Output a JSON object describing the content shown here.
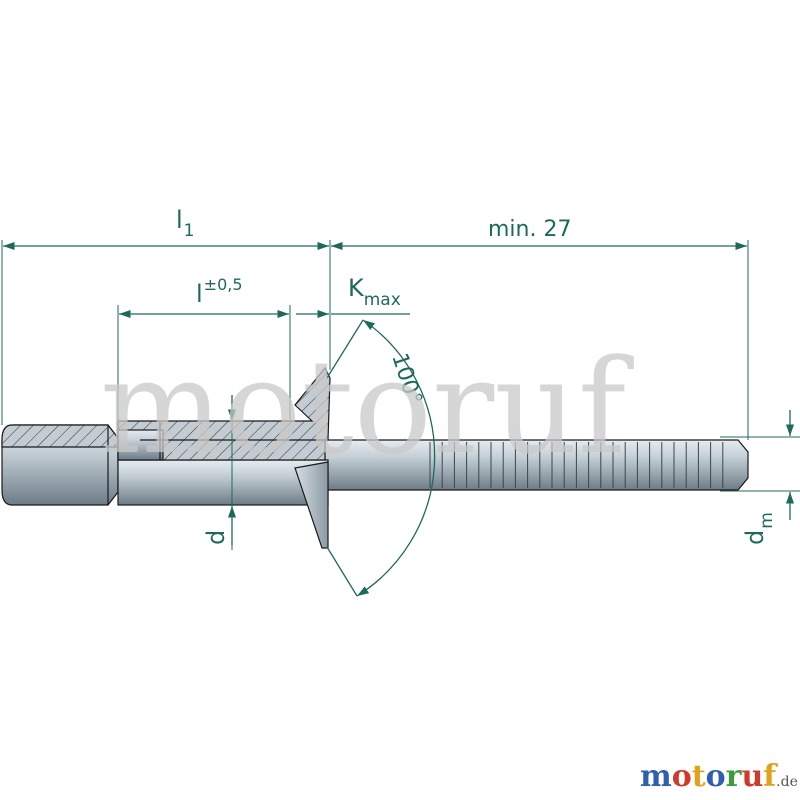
{
  "diagram": {
    "labels": {
      "l1_symbol": "l",
      "l1_subscript": "1",
      "min_length": "min. 27",
      "l_symbol": "l",
      "l_tolerance": "±0,5",
      "k_symbol": "K",
      "k_subscript": "max",
      "angle": "100°",
      "d_symbol": "d",
      "dm_symbol": "d",
      "dm_subscript": "m"
    }
  },
  "watermark": {
    "text": "motoruf"
  },
  "logo": {
    "letters": [
      "m",
      "o",
      "t",
      "o",
      "r",
      "u",
      "f"
    ],
    "suffix": ".de"
  },
  "colors": {
    "dimension": "#1e6a5a",
    "steel": "#b8c4cc",
    "outline": "#1a1a1a",
    "watermark": "#c9c9c9",
    "logo": [
      "#2f5fae",
      "#d03a2a",
      "#e0a21a",
      "#2f5fae",
      "#3f9a3a",
      "#d03a2a",
      "#e0a21a"
    ]
  }
}
